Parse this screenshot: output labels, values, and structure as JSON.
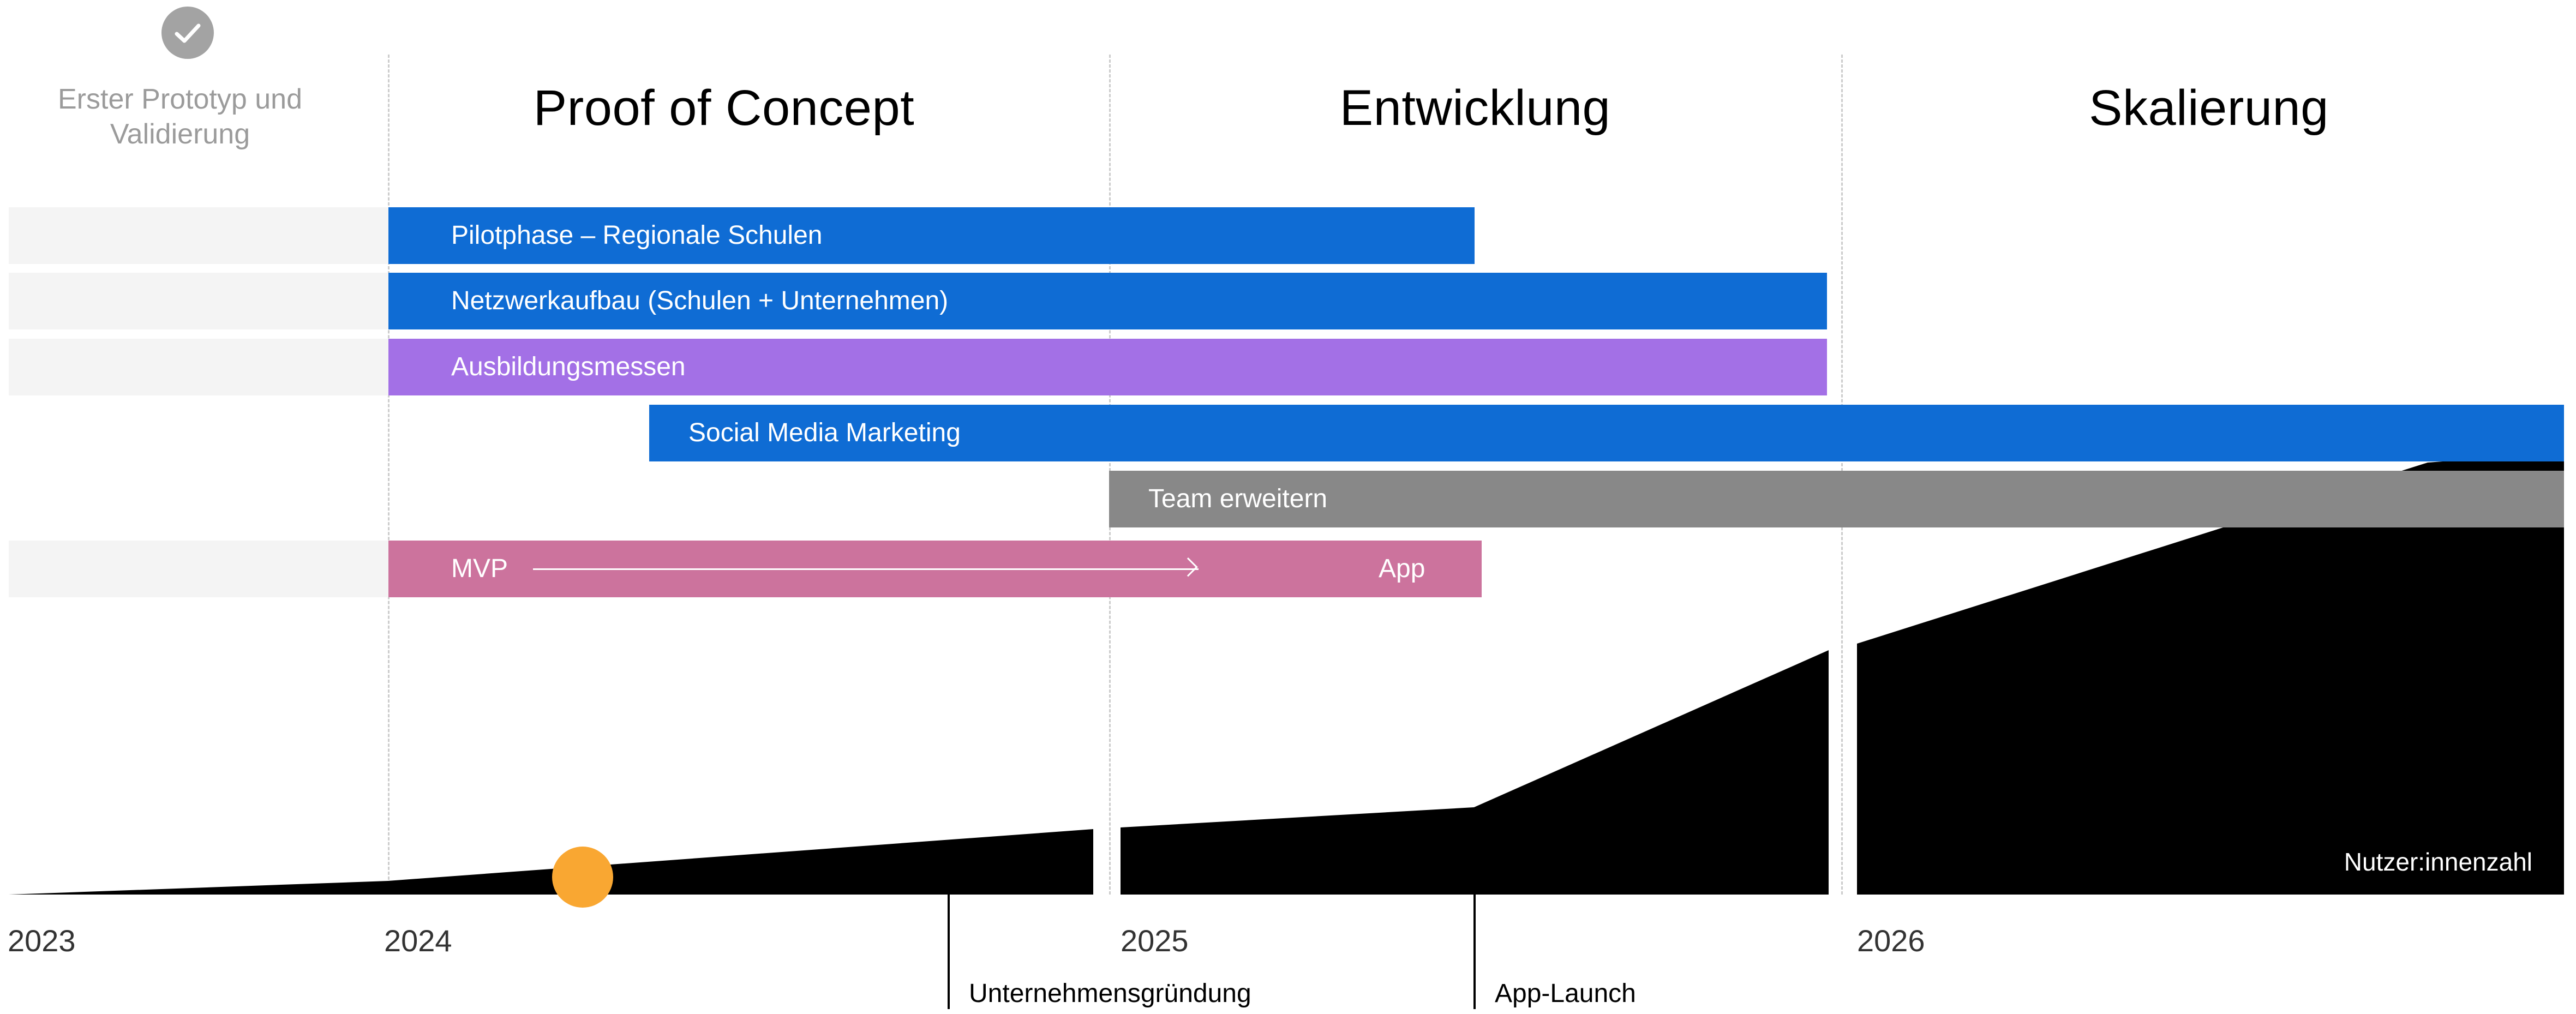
{
  "pre_phase": {
    "label": "Erster Prototyp und Validierung",
    "status_icon": "checkmark-icon"
  },
  "phases": [
    {
      "title": "Proof of Concept"
    },
    {
      "title": "Entwicklung"
    },
    {
      "title": "Skalierung"
    }
  ],
  "bars": [
    {
      "label": "Pilotphase – Regionale Schulen",
      "color": "#0f6cd4"
    },
    {
      "label": "Netzwerkaufbau (Schulen + Unternehmen)",
      "color": "#0f6cd4"
    },
    {
      "label": "Ausbildungsmessen",
      "color": "#a370e6"
    },
    {
      "label": "Social Media Marketing",
      "color": "#0f6cd4"
    },
    {
      "label": "Team erweitern",
      "color": "#888888"
    },
    {
      "label": "MVP",
      "end_label": "App",
      "color": "#cc739d"
    }
  ],
  "years": [
    "2023",
    "2024",
    "2025",
    "2026"
  ],
  "milestones": [
    "Unternehmensgründung",
    "App-Launch"
  ],
  "users_area": {
    "label": "Nutzer:innenzahl",
    "color": "#000000"
  },
  "marker": {
    "color": "#f9a732"
  }
}
